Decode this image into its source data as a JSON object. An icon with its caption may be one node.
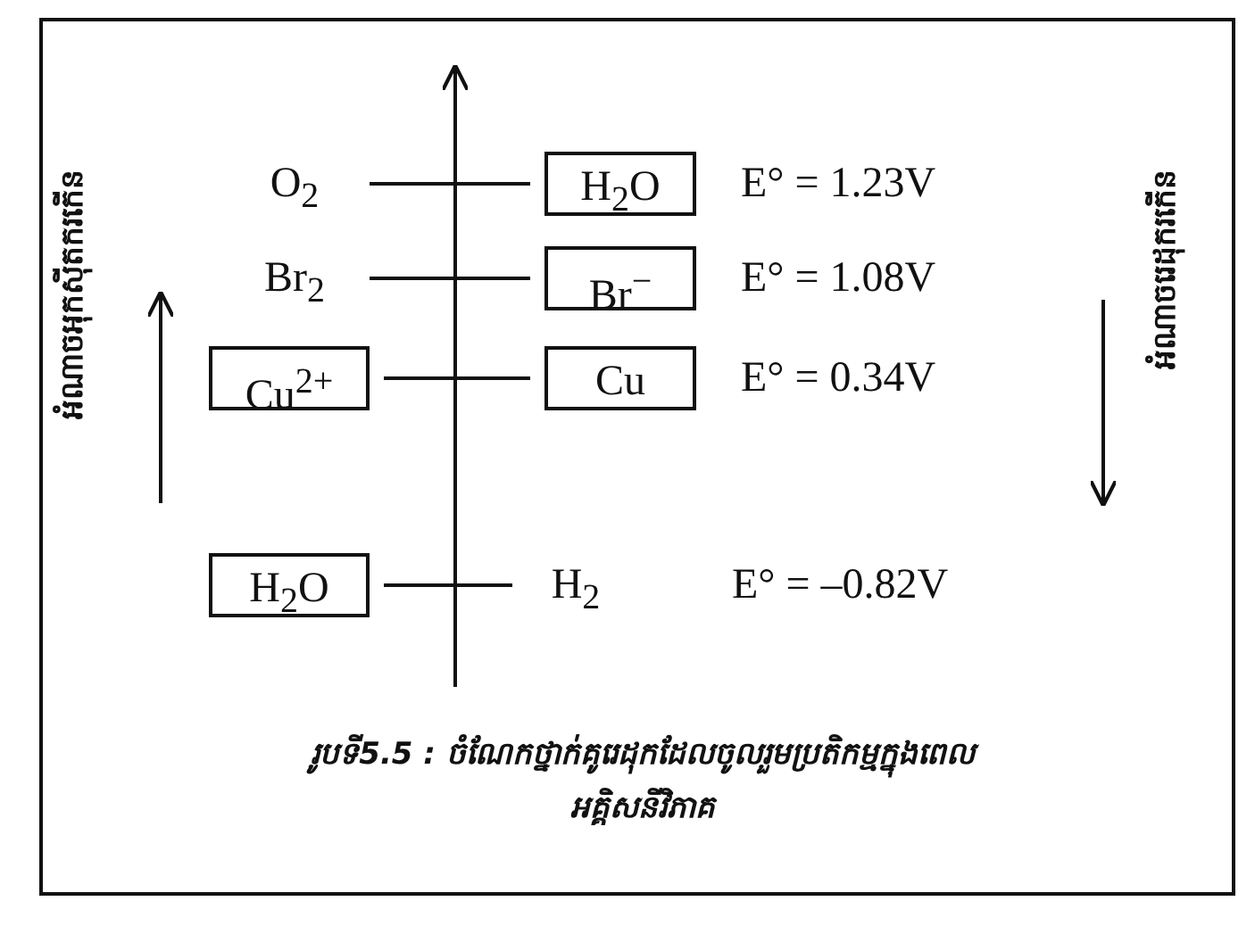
{
  "diagram": {
    "caption": "រូបទី5.5 : ចំណែកថ្នាក់គូរេដុកដែលចូលរួមប្រតិកម្មក្នុងពេលអគ្គិសនីវិភាគ",
    "nodes": [
      {
        "text": [
          "O$_{2}$"
        ]
      },
      {
        "text": [
          "H$_{2}$O"
        ],
        "beside": [
          "E° = 1.23V"
        ]
      },
      {
        "text": [
          "Br$_{2}$"
        ]
      },
      {
        "text": [
          "Br$^{−}$"
        ],
        "beside": [
          "E° = 1.08V"
        ]
      },
      {
        "text": [
          "Cu$^{2+}$"
        ]
      },
      {
        "text": [
          "Cu"
        ],
        "beside": [
          "E° = 0.34V"
        ]
      },
      {
        "text": [
          "H$_{2}$O"
        ]
      },
      {
        "text": [
          "H$_{2}$"
        ],
        "beside": [
          "E° = –0.82V"
        ]
      }
    ],
    "edges": [
      {
        "from": 0,
        "to": 1,
        "arrow": "none"
      },
      {
        "from": 2,
        "to": 3,
        "arrow": "none"
      },
      {
        "from": 4,
        "to": 5,
        "arrow": "none"
      },
      {
        "from": 6,
        "to": 7,
        "arrow": "none"
      }
    ],
    "labels": [
      "អំណាចអុកស៊ីតករកើន",
      "អំណាចរេដុករកើន"
    ]
  }
}
